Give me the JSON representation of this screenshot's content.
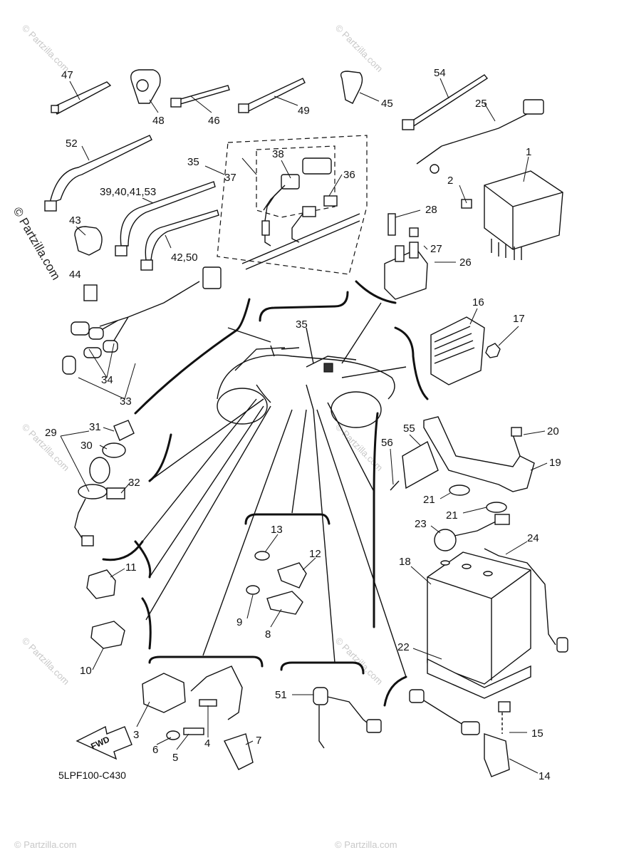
{
  "diagram": {
    "drawing_code": "5LPF100-C430",
    "fwd_label": "FWD",
    "watermark": "© Partzilla.com",
    "side_watermark": "© Partzilla.com",
    "callouts": [
      {
        "id": "c47",
        "label": "47"
      },
      {
        "id": "c48",
        "label": "48"
      },
      {
        "id": "c46",
        "label": "46"
      },
      {
        "id": "c49",
        "label": "49"
      },
      {
        "id": "c45",
        "label": "45"
      },
      {
        "id": "c54",
        "label": "54"
      },
      {
        "id": "c25",
        "label": "25"
      },
      {
        "id": "c52",
        "label": "52"
      },
      {
        "id": "c35a",
        "label": "35"
      },
      {
        "id": "c37",
        "label": "37"
      },
      {
        "id": "c38",
        "label": "38"
      },
      {
        "id": "c36",
        "label": "36"
      },
      {
        "id": "c1",
        "label": "1"
      },
      {
        "id": "c2",
        "label": "2"
      },
      {
        "id": "c394041",
        "label": "39,40,41,53"
      },
      {
        "id": "c28",
        "label": "28"
      },
      {
        "id": "c43",
        "label": "43"
      },
      {
        "id": "c27",
        "label": "27"
      },
      {
        "id": "c26",
        "label": "26"
      },
      {
        "id": "c4250",
        "label": "42,50"
      },
      {
        "id": "c44",
        "label": "44"
      },
      {
        "id": "c16",
        "label": "16"
      },
      {
        "id": "c17",
        "label": "17"
      },
      {
        "id": "c35b",
        "label": "35"
      },
      {
        "id": "c34",
        "label": "34"
      },
      {
        "id": "c33",
        "label": "33"
      },
      {
        "id": "c31",
        "label": "31"
      },
      {
        "id": "c29",
        "label": "29"
      },
      {
        "id": "c30",
        "label": "30"
      },
      {
        "id": "c55",
        "label": "55"
      },
      {
        "id": "c20",
        "label": "20"
      },
      {
        "id": "c56",
        "label": "56"
      },
      {
        "id": "c19",
        "label": "19"
      },
      {
        "id": "c32",
        "label": "32"
      },
      {
        "id": "c21a",
        "label": "21"
      },
      {
        "id": "c21b",
        "label": "21"
      },
      {
        "id": "c23",
        "label": "23"
      },
      {
        "id": "c24",
        "label": "24"
      },
      {
        "id": "c13",
        "label": "13"
      },
      {
        "id": "c12",
        "label": "12"
      },
      {
        "id": "c18",
        "label": "18"
      },
      {
        "id": "c11",
        "label": "11"
      },
      {
        "id": "c9",
        "label": "9"
      },
      {
        "id": "c8",
        "label": "8"
      },
      {
        "id": "c10",
        "label": "10"
      },
      {
        "id": "c22",
        "label": "22"
      },
      {
        "id": "c51",
        "label": "51"
      },
      {
        "id": "c15",
        "label": "15"
      },
      {
        "id": "c3",
        "label": "3"
      },
      {
        "id": "c6",
        "label": "6"
      },
      {
        "id": "c5",
        "label": "5"
      },
      {
        "id": "c4",
        "label": "4"
      },
      {
        "id": "c7",
        "label": "7"
      },
      {
        "id": "c14",
        "label": "14"
      }
    ]
  }
}
